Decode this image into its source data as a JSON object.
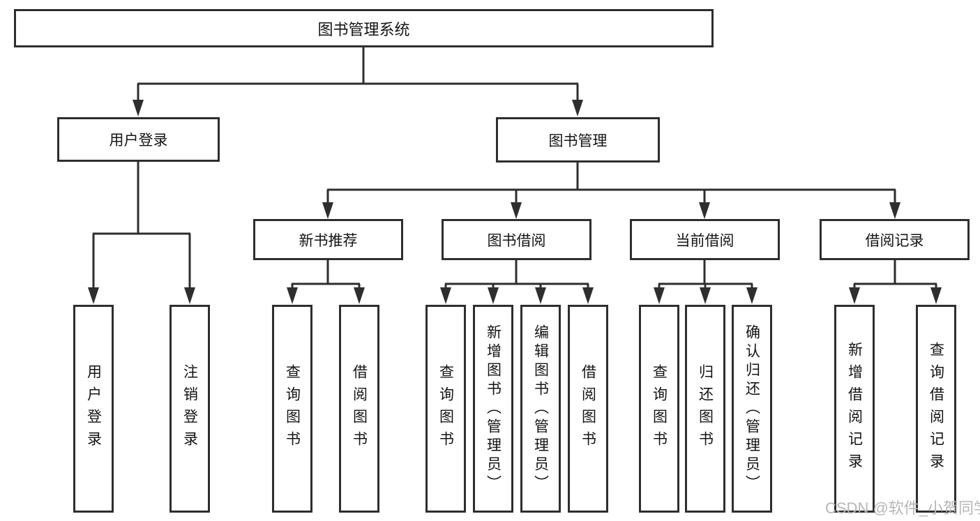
{
  "diagram": {
    "root": {
      "label": "图书管理系统"
    },
    "level2": {
      "user_login": {
        "label": "用户登录",
        "children": [
          "用户登录",
          "注销登录"
        ]
      },
      "book_mgmt": {
        "label": "图书管理"
      }
    },
    "level3": {
      "new_book": {
        "label": "新书推荐",
        "children": [
          "查询图书",
          "借阅图书"
        ]
      },
      "book_borrow": {
        "label": "图书借阅",
        "children": [
          "查询图书",
          "新增图书（管理员）",
          "编辑图书（管理员）",
          "借阅图书"
        ]
      },
      "current_borrow": {
        "label": "当前借阅",
        "children": [
          "查询图书",
          "归还图书",
          "确认归还（管理员）"
        ]
      },
      "borrow_record": {
        "label": "借阅记录",
        "children": [
          "新增借阅记录",
          "查询借阅记录"
        ]
      }
    }
  },
  "watermark": {
    "text": "CSDN @软件_小贺同学"
  },
  "colors": {
    "line": "#2e2e2e",
    "text": "#141414",
    "watermark_gray": "#b6b6b6",
    "background": "#ffffff"
  }
}
